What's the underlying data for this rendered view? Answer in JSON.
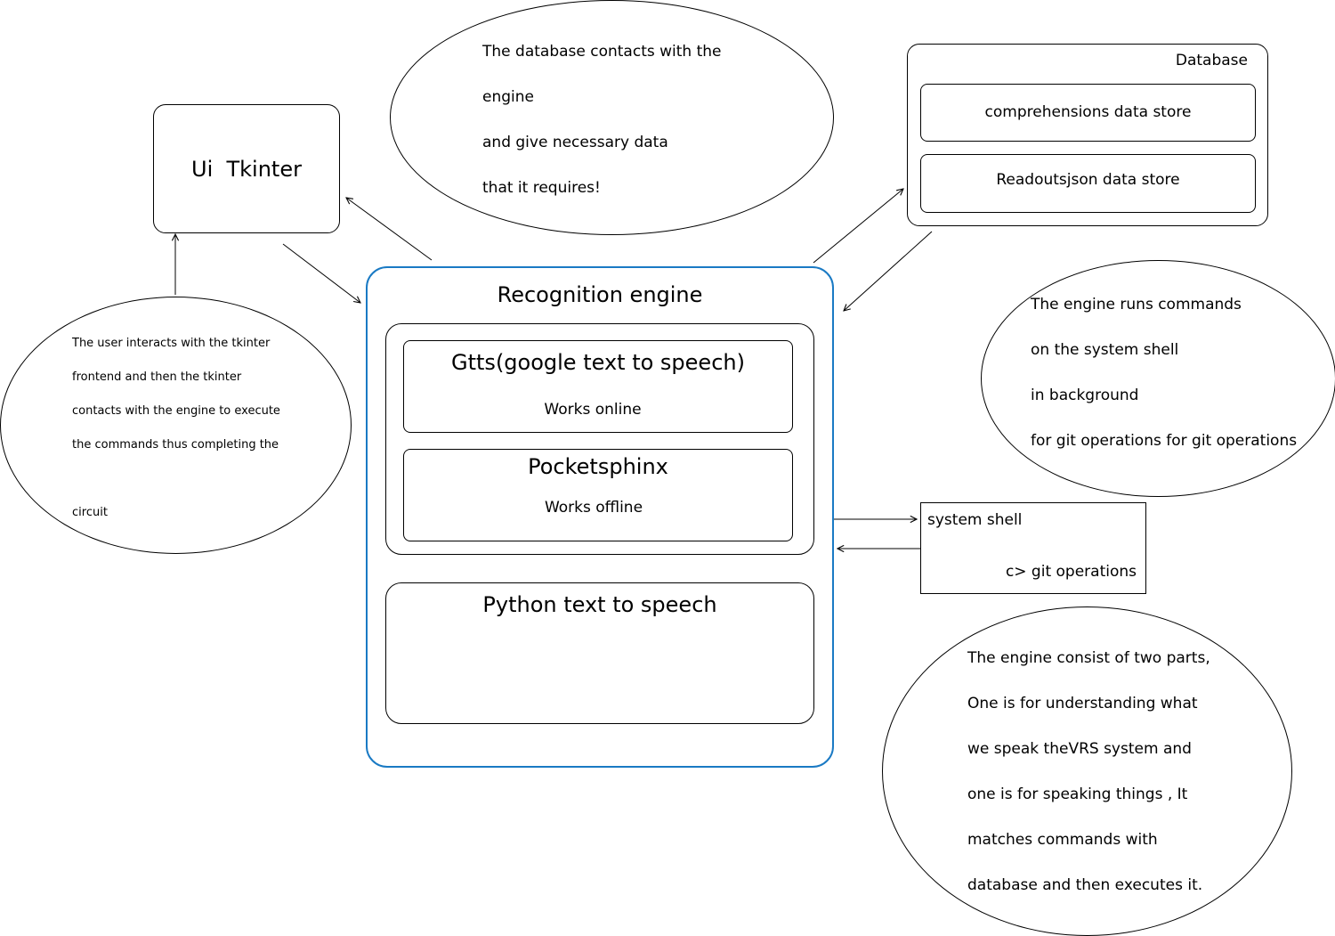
{
  "ui_box": {
    "title": "Ui  Tkinter"
  },
  "database_note": {
    "lines": [
      "The database contacts with the",
      "engine",
      "and give necessary data",
      "that it requires!"
    ]
  },
  "database": {
    "title": "Database",
    "stores": [
      "comprehensions data store",
      "Readoutsjson data store"
    ]
  },
  "user_note": {
    "lines": [
      "The user interacts with the tkinter",
      "frontend and then the tkinter",
      "contacts with the engine to execute",
      "the commands thus completing the",
      "circuit"
    ]
  },
  "engine": {
    "title": "Recognition engine",
    "gtts": {
      "title": "Gtts(google text to speech)",
      "subtitle": "Works online"
    },
    "pocketsphinx": {
      "title": "Pocketsphinx",
      "subtitle": "Works offline"
    },
    "python_tts": {
      "title": "Python text to speech"
    }
  },
  "shell_note": {
    "lines": [
      "The engine runs commands",
      "on the system shell",
      "in background",
      "for git operations for git operations"
    ]
  },
  "system_shell": {
    "title": "system shell",
    "command": "c> git operations"
  },
  "engine_note": {
    "lines": [
      "The engine consist of two parts,",
      "One is for understanding what",
      "we speak theVRS system and",
      "one is for speaking things , It",
      "matches commands with",
      "database and then executes it."
    ]
  },
  "colors": {
    "engine_border": "#1a7ac4",
    "stroke": "#000000"
  }
}
